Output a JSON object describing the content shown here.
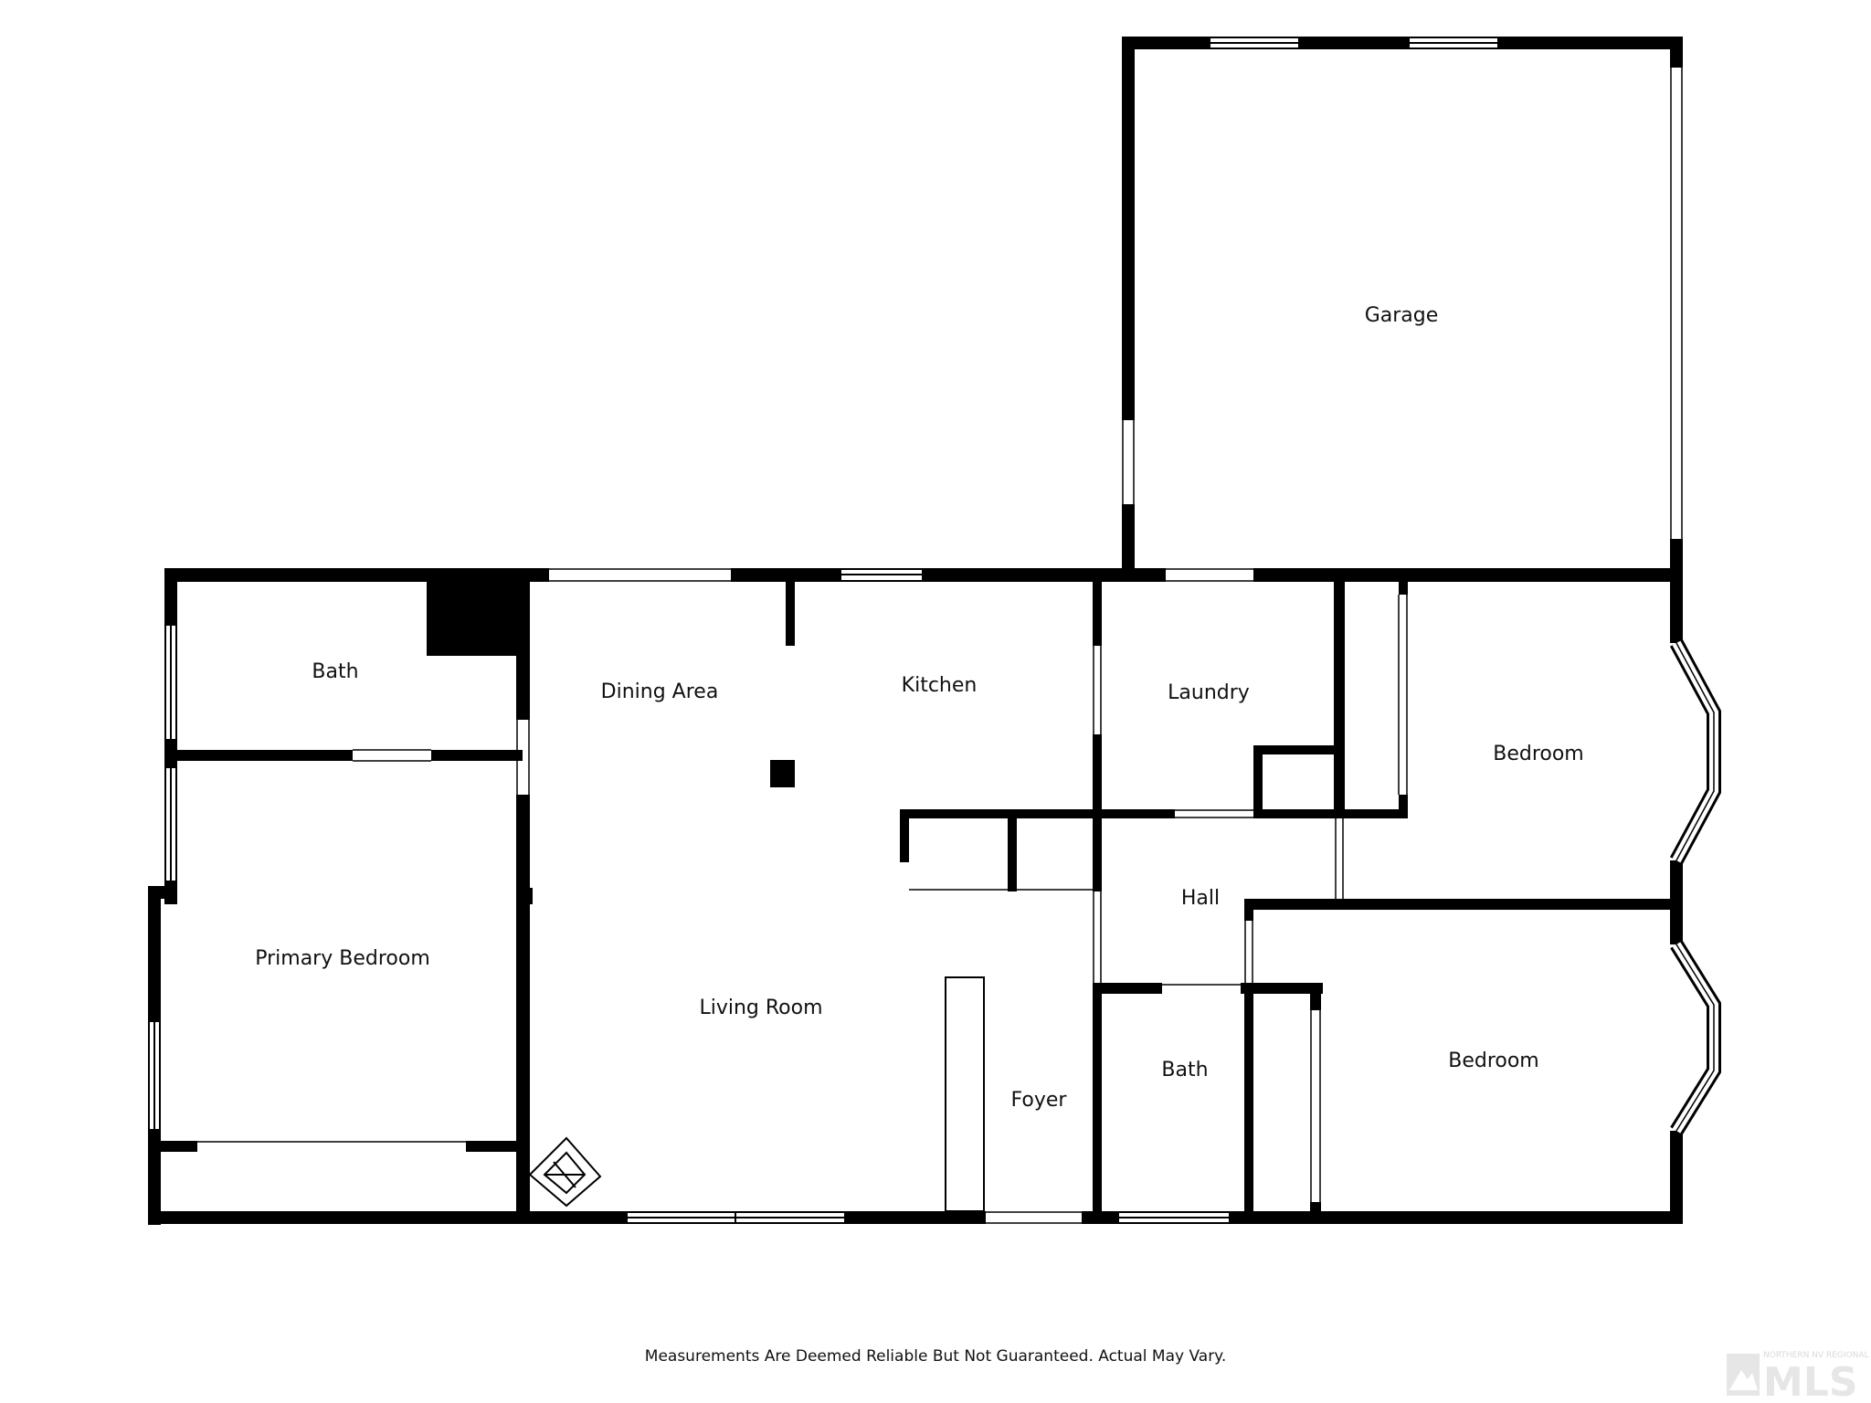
{
  "rooms": {
    "garage": "Garage",
    "bath_top": "Bath",
    "dining": "Dining Area",
    "kitchen": "Kitchen",
    "laundry": "Laundry",
    "bedroom_east": "Bedroom",
    "primary_bedroom": "Primary Bedroom",
    "living_room": "Living Room",
    "hall": "Hall",
    "foyer": "Foyer",
    "bath_bottom": "Bath",
    "bedroom_southeast": "Bedroom"
  },
  "footer": {
    "disclaimer": "Measurements Are Deemed Reliable But Not Guaranteed. Actual May Vary."
  },
  "logo": {
    "text": "MLS",
    "tagline": "NORTHERN NV REGIONAL"
  },
  "colors": {
    "wall": "#000000",
    "background": "#ffffff",
    "logo": "#e6e6e6"
  }
}
